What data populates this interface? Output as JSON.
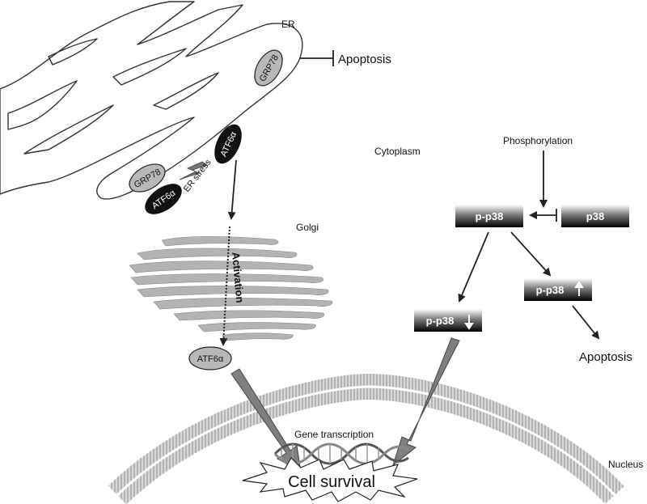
{
  "labels": {
    "er": "ER",
    "apoptosis_top": "Apoptosis",
    "cytoplasm": "Cytoplasm",
    "phosphorylation": "Phosphorylation",
    "golgi": "Golgi",
    "activation": "Activation",
    "er_stress": "ER stress",
    "gene_transcription": "Gene transcription",
    "cell_survival": "Cell survival",
    "nucleus": "Nucleus",
    "apoptosis_right": "Apoptosis"
  },
  "proteins": {
    "grp78_top": "GRP78",
    "grp78_lower": "GRP78",
    "atf6_lower": "ATF6α",
    "atf6_upper": "ATF6α",
    "atf6_golgi": "ATF6α"
  },
  "boxes": {
    "pp38_main": "p-p38",
    "p38": "p38",
    "pp38_down": "p-p38",
    "pp38_up": "p-p38"
  },
  "indicators": {
    "down": "decrease",
    "up": "increase"
  },
  "colors": {
    "line": "#222222",
    "pill_light": "#b8b8b8",
    "pill_dark": "#111111",
    "golgi": "#b3b3b3",
    "big_arrow": "#7f7f7f",
    "membrane": "#9a9a9a"
  }
}
